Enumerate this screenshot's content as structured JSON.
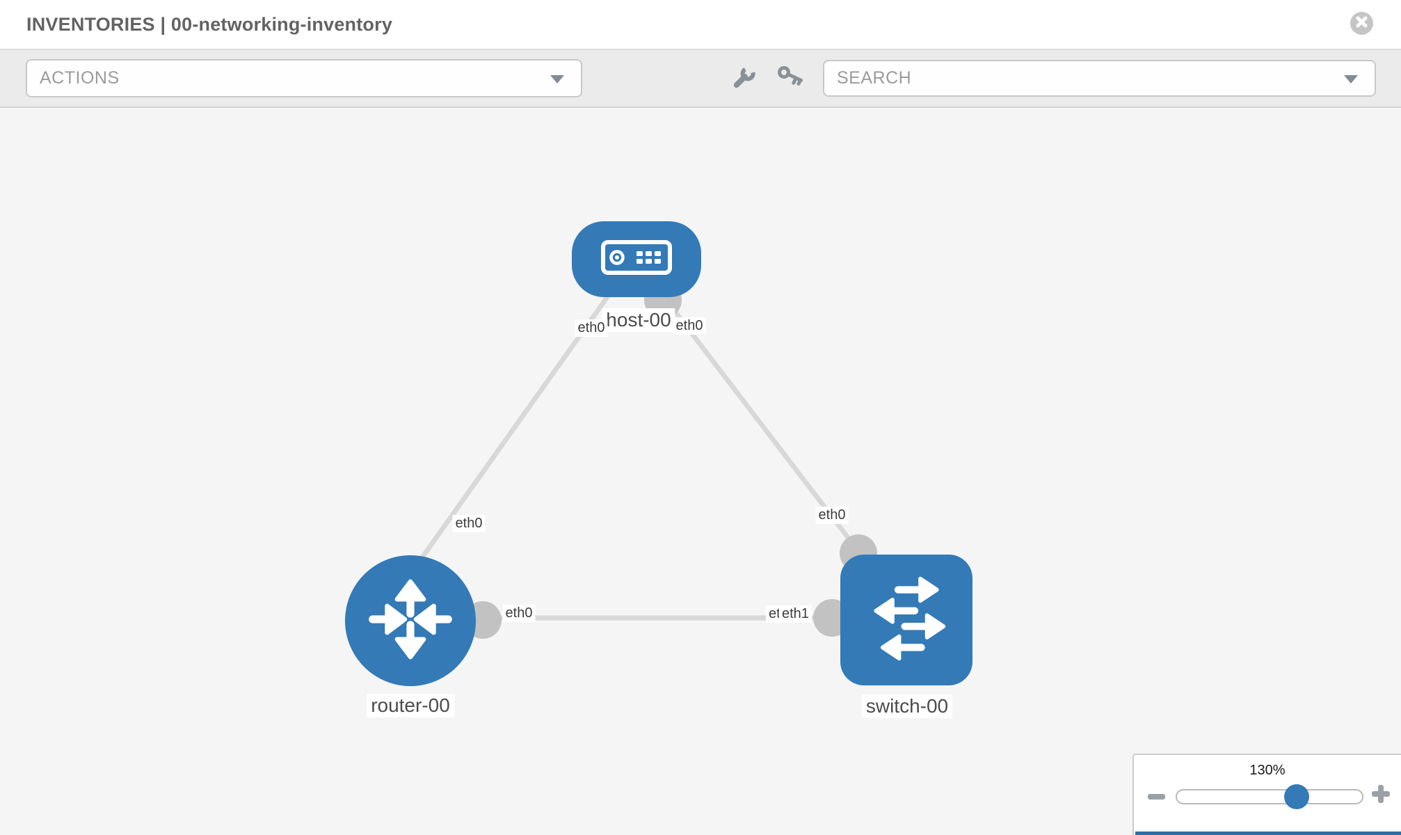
{
  "header": {
    "title": "INVENTORIES | 00-networking-inventory",
    "close_icon": "circle-x-icon"
  },
  "toolbar": {
    "actions": {
      "label": "ACTIONS",
      "icon": "chevron-down-icon"
    },
    "search": {
      "label": "SEARCH",
      "icon": "chevron-down-icon"
    },
    "tool_buttons": [
      {
        "icon": "wrench-icon"
      },
      {
        "icon": "key-icon"
      }
    ]
  },
  "topology": {
    "nodes": [
      {
        "id": "host-00",
        "label": "host-00",
        "type": "host",
        "icon": "server-icon"
      },
      {
        "id": "router-00",
        "label": "router-00",
        "type": "router",
        "icon": "router-arrows-icon"
      },
      {
        "id": "switch-00",
        "label": "switch-00",
        "type": "switch",
        "icon": "switch-arrows-icon"
      }
    ],
    "links": [
      {
        "from": "host-00",
        "to": "router-00",
        "from_interface": "eth0",
        "to_interface": "eth0"
      },
      {
        "from": "host-00",
        "to": "switch-00",
        "from_interface": "eth0",
        "to_interface": "eth0"
      },
      {
        "from": "router-00",
        "to": "switch-00",
        "from_interface": "eth0",
        "to_interface": "eth1"
      }
    ],
    "interface_labels": {
      "hr_host": {
        "text": "eth0"
      },
      "hr_router": {
        "text": "eth0"
      },
      "hs_host": {
        "text": "eth0"
      },
      "hs_switch": {
        "text": "eth0"
      },
      "rs_router": {
        "text": "eth0"
      },
      "rs_switch_under": {
        "text": "eth"
      },
      "rs_switch_over": {
        "text": "eth1"
      }
    }
  },
  "zoom_control": {
    "value": "130%",
    "minus_icon": "minus-icon",
    "plus_icon": "plus-icon"
  },
  "colors": {
    "node_blue": "#337ab7",
    "link_gray": "#d8d8d8",
    "endpoint_gray": "#c2c2c2",
    "canvas_bg": "#f5f5f5",
    "toolbar_bg": "#ebebeb",
    "slider_handle_blue": "#337ab7",
    "accent_bar_blue": "#2f6da8",
    "title_gray": "#636363"
  }
}
